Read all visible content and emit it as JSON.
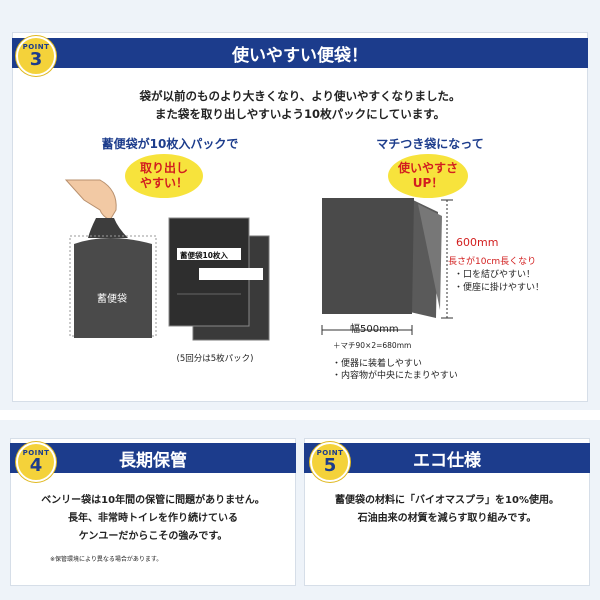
{
  "point3": {
    "badge_word": "POINT",
    "badge_num": "3",
    "title": "使いやすい便袋！",
    "intro_line1": "袋が以前のものより大きくなり、より使いやすくなりました。",
    "intro_line2": "また袋を取り出しやすいよう10枚パックにしています。",
    "left": {
      "heading": "蓄便袋が10枚入パックで",
      "bubble_line1": "取り出し",
      "bubble_line2": "やすい！",
      "bag_label": "蓄便袋",
      "pack_label": "蓄便袋10枚入",
      "caption": "(5回分は5枚パック)"
    },
    "right": {
      "heading": "マチつき袋になって",
      "bubble_line1": "使いやすさ",
      "bubble_line2": "UP！",
      "height_label": "600mm",
      "note_line1": "長さが10cm長くなり",
      "note_line2": "・口を結びやすい！",
      "note_line3": "・便座に掛けやすい！",
      "width_label": "幅500mm",
      "gusset_label": "＋マチ90×2=680mm",
      "bullet1": "・便器に装着しやすい",
      "bullet2": "・内容物が中央にたまりやすい"
    }
  },
  "point4": {
    "badge_word": "POINT",
    "badge_num": "4",
    "title": "長期保管",
    "line1": "ベンリー袋は10年間の保管に問題がありません。",
    "line2": "長年、非常時トイレを作り続けている",
    "line3": "ケンユーだからこその強みです。",
    "footnote": "※保管環境により異なる場合があります。"
  },
  "point5": {
    "badge_word": "POINT",
    "badge_num": "5",
    "title": "エコ仕様",
    "line1": "蓄便袋の材料に「バイオマスプラ」を10%使用。",
    "line2": "石油由来の材質を減らす取り組みです。"
  },
  "colors": {
    "navy": "#1c3c8c",
    "accent_red": "#d21f1f",
    "badge_yellow": "#f4d23a",
    "bag_gray": "#4a4a4a"
  }
}
